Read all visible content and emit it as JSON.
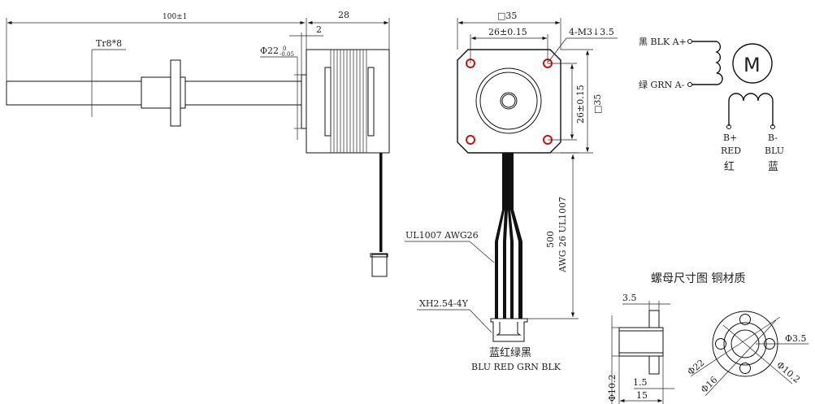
{
  "side_view": {
    "overall_length": "100±1",
    "motor_length": "28",
    "boss_height": "2",
    "boss_diameter": "Φ22",
    "boss_tol_upper": "0",
    "boss_tol_lower": "-0.05",
    "thread_spec": "Tr8*8"
  },
  "front_view": {
    "frame_size_top": "□35",
    "hole_pitch_top": "26±0.15",
    "mount_holes": "4-M3↓3.5",
    "hole_pitch_side": "26±0.15",
    "frame_size_side": "□35"
  },
  "cable": {
    "length": "500",
    "wire_spec_vertical": "AWG 26 UL1007",
    "wire_label": "UL1007 AWG26",
    "connector_label": "XH2.54-4Y",
    "colors_cn": "蓝红绿黑",
    "colors_en": "BLU RED GRN BLK"
  },
  "wiring": {
    "a_plus": "黑 BLK A+",
    "a_minus": "绿 GRN A-",
    "motor_symbol": "M",
    "b_plus": "B+",
    "b_plus_color": "RED",
    "b_plus_cn": "红",
    "b_minus": "B-",
    "b_minus_color": "BLU",
    "b_minus_cn": "蓝"
  },
  "nut": {
    "title": "螺母尺寸图 铜材质",
    "flange_thickness": "3.5",
    "body_diameter": "Φ10.2",
    "offset": "1.5",
    "length": "15",
    "hole_diameter": "Φ3.5",
    "flange_diameter": "Φ22",
    "pcd": "Φ16",
    "bore_diameter": "Φ10.2"
  },
  "colors": {
    "line": "#111111",
    "hole": "#d01010"
  }
}
